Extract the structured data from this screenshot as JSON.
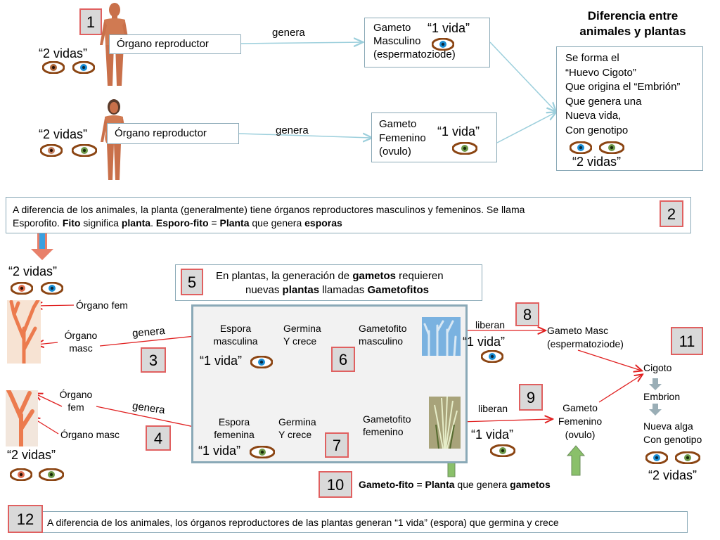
{
  "top": {
    "num1": "1",
    "title_line1": "Diferencia entre",
    "title_line2": "animales y plantas",
    "male": {
      "two_lives": "“2 vidas”",
      "organ": "Órgano reproductor",
      "genera": "genera",
      "gamete_line1": "Gameto",
      "gamete_line2": "Masculino",
      "gamete_line3": "(espermatoziode)",
      "one_life": "“1 vida”"
    },
    "female": {
      "two_lives": "“2 vidas”",
      "organ": "Órgano reproductor",
      "genera": "genera",
      "gamete_line1": "Gameto",
      "gamete_line2": "Femenino",
      "gamete_line3": "(ovulo)",
      "one_life": "“1 vida”"
    },
    "zygote": {
      "l1": "Se forma el",
      "l2": "“Huevo Cigoto”",
      "l3": "Que origina el “Embrión”",
      "l4": "Que genera una",
      "l5": "Nueva vida,",
      "l6": "Con genotipo",
      "two_lives": "“2 vidas”"
    }
  },
  "box2": {
    "num": "2",
    "line1": "A diferencia  de los animales, la planta  (generalmente) tiene órganos reproductores masculinos y femeninos.  Se llama",
    "line2_a": "Esporofito.   ",
    "line2_fito": "Fito",
    "line2_b": " significa ",
    "line2_planta": "planta",
    "line2_c": ". ",
    "line2_esporofito": "Esporo-fito",
    "line2_d": " = ",
    "line2_planta2": "Planta",
    "line2_e": " que genera ",
    "line2_esporas": "esporas"
  },
  "box5": {
    "num": "5",
    "l1_a": "En plantas, la generación de ",
    "l1_b": "gametos",
    "l1_c": " requieren",
    "l2_a": "nuevas ",
    "l2_b": "plantas",
    "l2_c": " llamadas ",
    "l2_d": "Gametofitos"
  },
  "left": {
    "two_lives_top": "“2 vidas”",
    "organo_fem": "Órgano fem",
    "organo_masc_l1": "Órgano",
    "organo_masc_l2": "masc",
    "genera1": "genera",
    "num3": "3",
    "organo_fem2_l1": "Órgano",
    "organo_fem2_l2": "fem",
    "genera2": "genera",
    "organo_masc2": "Órgano masc",
    "num4": "4",
    "two_lives_bottom": "“2 vidas”"
  },
  "center": {
    "espora_masc_l1": "Espora",
    "espora_masc_l2": "masculina",
    "one_life_masc": "“1 vida”",
    "germina1_l1": "Germina",
    "germina1_l2": "Y crece",
    "gametofito_masc_l1": "Gametofito",
    "gametofito_masc_l2": "masculino",
    "num6": "6",
    "espora_fem_l1": "Espora",
    "espora_fem_l2": "femenina",
    "one_life_fem": "“1 vida”",
    "germina2_l1": "Germina",
    "germina2_l2": "Y crece",
    "gametofito_fem_l1": "Gametofito",
    "gametofito_fem_l2": "femenino",
    "num7": "7"
  },
  "right": {
    "num8": "8",
    "liberan1": "liberan",
    "one_life1": "“1 vida”",
    "gameto_masc_l1": "Gameto Masc",
    "gameto_masc_l2": "(espermatoziode)",
    "num11": "11",
    "cigoto": "Cigoto",
    "embrion": "Embrion",
    "nueva_alga_l1": "Nueva alga",
    "nueva_alga_l2": "Con genotipo",
    "two_lives": "“2 vidas”",
    "num9": "9",
    "liberan2": "liberan",
    "gameto_fem_l1": "Gameto",
    "gameto_fem_l2": "Femenino",
    "gameto_fem_l3": "(ovulo)",
    "one_life2": "“1 vida”"
  },
  "box10": {
    "num": "10",
    "a": "Gameto-fito",
    "b": " = ",
    "c": "Planta",
    "d": " que  genera  ",
    "e": "gametos"
  },
  "box12": {
    "num": "12",
    "text": "A diferencia de los animales, los órganos reproductores de las plantas generan “1 vida” (espora) que germina y crece"
  },
  "colors": {
    "brown_eye": "#8b4513",
    "blue_eye": "#1a8fd6",
    "green_eye": "#4a7a2a",
    "red_arrow": "#e02020",
    "teal_arrow": "#9ccfdc",
    "box_border": "#8aa9b7",
    "num_border": "#e06060",
    "algae": "#f08a5a"
  }
}
